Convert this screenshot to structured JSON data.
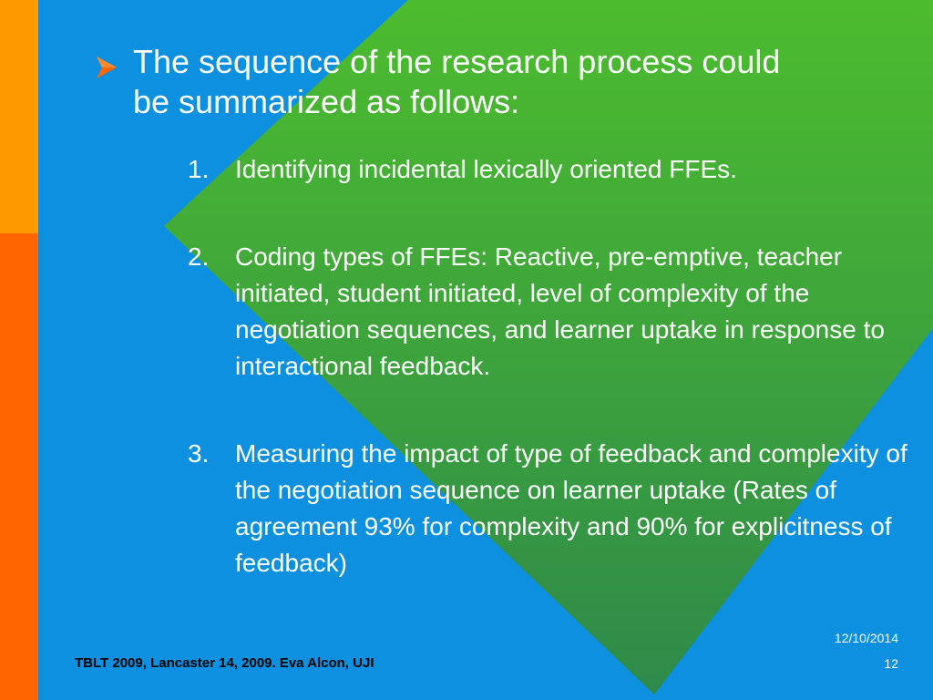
{
  "heading": "The sequence of the research process could be summarized as follows:",
  "steps": [
    {
      "number": "1.",
      "text": "Identifying incidental lexically oriented FFEs."
    },
    {
      "number": "2.",
      "text": "Coding types of FFEs: Reactive, pre-emptive, teacher initiated, student initiated, level of complexity of the negotiation sequences, and learner uptake in response to interactional feedback."
    },
    {
      "number": "3.",
      "text": "Measuring the impact of type of feedback and complexity of the negotiation sequence on learner uptake (Rates of agreement 93% for complexity and 90% for explicitness of feedback)"
    }
  ],
  "footer": {
    "caption": "TBLT 2009, Lancaster 14, 2009. Eva Alcon, UJI",
    "date": "12/10/2014",
    "page": "12"
  },
  "icons": {
    "bullet": "arrowhead-bullet-icon"
  },
  "colors": {
    "background": "#0c90df",
    "orange_top": "#ff9900",
    "orange_bottom": "#ff6600",
    "diamond_top": "#4cbc2e",
    "diamond_bottom": "#2e8a4a",
    "bullet": "#ff6600",
    "text": "#ffffff"
  }
}
